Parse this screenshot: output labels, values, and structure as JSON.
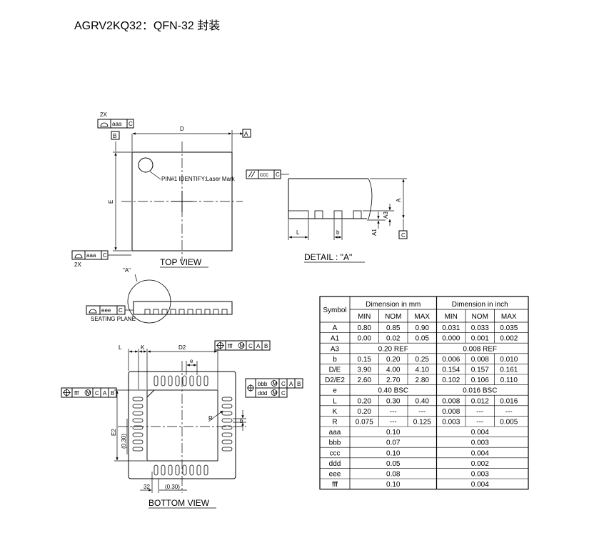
{
  "title": "AGRV2KQ32：QFN-32 封装",
  "top_view": {
    "heading": "TOP VIEW",
    "pin1_note": "PIN#1 IDENTIFY:Laser Mark",
    "label_D": "D",
    "label_E": "E",
    "datum_A": "A",
    "datum_B": "B",
    "count_top": "2X",
    "count_bottom": "2X",
    "tol_aaa": "aaa",
    "tol_C": "C"
  },
  "detail": {
    "heading": "DETAIL : \"A\"",
    "tol_ccc": "ccc",
    "tol_C": "C",
    "label_A": "A",
    "label_A3": "A3",
    "label_A1": "A1",
    "label_L": "L",
    "label_b": "b",
    "datum_C": "C"
  },
  "side_view": {
    "callout": "\"A\"",
    "tol_eee": "eee",
    "tol_C": "C",
    "seating": "SEATING PLANE"
  },
  "bottom_view": {
    "heading": "BOTTOM VIEW",
    "label_L": "L",
    "label_K": "K",
    "label_D2": "D2",
    "label_e": "e",
    "label_R": "R",
    "label_b": "b",
    "label_E2": "E2",
    "label_030v": "(0.30)",
    "label_32": "32",
    "label_030h": "(0.30)",
    "tol_fff": "fff",
    "tol_bbb": "bbb",
    "tol_ddd": "ddd",
    "datum_A": "A",
    "datum_B": "B",
    "datum_C": "C",
    "mod_M": "M"
  },
  "dimension_table": {
    "symbol_header": "Symbol",
    "mm_header": "Dimension in mm",
    "inch_header": "Dimension in inch",
    "sub_headers": [
      "MIN",
      "NOM",
      "MAX",
      "MIN",
      "NOM",
      "MAX"
    ],
    "rows": [
      {
        "symbol": "A",
        "mm": [
          "0.80",
          "0.85",
          "0.90"
        ],
        "inch": [
          "0.031",
          "0.033",
          "0.035"
        ]
      },
      {
        "symbol": "A1",
        "mm": [
          "0.00",
          "0.02",
          "0.05"
        ],
        "inch": [
          "0.000",
          "0.001",
          "0.002"
        ]
      },
      {
        "symbol": "A3",
        "mm_span": "0.20 REF",
        "inch_span": "0.008 REF"
      },
      {
        "symbol": "b",
        "mm": [
          "0.15",
          "0.20",
          "0.25"
        ],
        "inch": [
          "0.006",
          "0.008",
          "0.010"
        ]
      },
      {
        "symbol": "D/E",
        "mm": [
          "3.90",
          "4.00",
          "4.10"
        ],
        "inch": [
          "0.154",
          "0.157",
          "0.161"
        ]
      },
      {
        "symbol": "D2/E2",
        "mm": [
          "2.60",
          "2.70",
          "2.80"
        ],
        "inch": [
          "0.102",
          "0.106",
          "0.110"
        ]
      },
      {
        "symbol": "e",
        "mm_span": "0.40 BSC",
        "inch_span": "0.016 BSC"
      },
      {
        "symbol": "L",
        "mm": [
          "0.20",
          "0.30",
          "0.40"
        ],
        "inch": [
          "0.008",
          "0.012",
          "0.016"
        ]
      },
      {
        "symbol": "K",
        "mm": [
          "0.20",
          "---",
          "---"
        ],
        "inch": [
          "0.008",
          "---",
          "---"
        ]
      },
      {
        "symbol": "R",
        "mm": [
          "0.075",
          "---",
          "0.125"
        ],
        "inch": [
          "0.003",
          "---",
          "0.005"
        ]
      },
      {
        "symbol": "aaa",
        "mm_span": "0.10",
        "inch_span": "0.004"
      },
      {
        "symbol": "bbb",
        "mm_span": "0.07",
        "inch_span": "0.003"
      },
      {
        "symbol": "ccc",
        "mm_span": "0.10",
        "inch_span": "0.004"
      },
      {
        "symbol": "ddd",
        "mm_span": "0.05",
        "inch_span": "0.002"
      },
      {
        "symbol": "eee",
        "mm_span": "0.08",
        "inch_span": "0.003"
      },
      {
        "symbol": "fff",
        "mm_span": "0.10",
        "inch_span": "0.004"
      }
    ]
  }
}
